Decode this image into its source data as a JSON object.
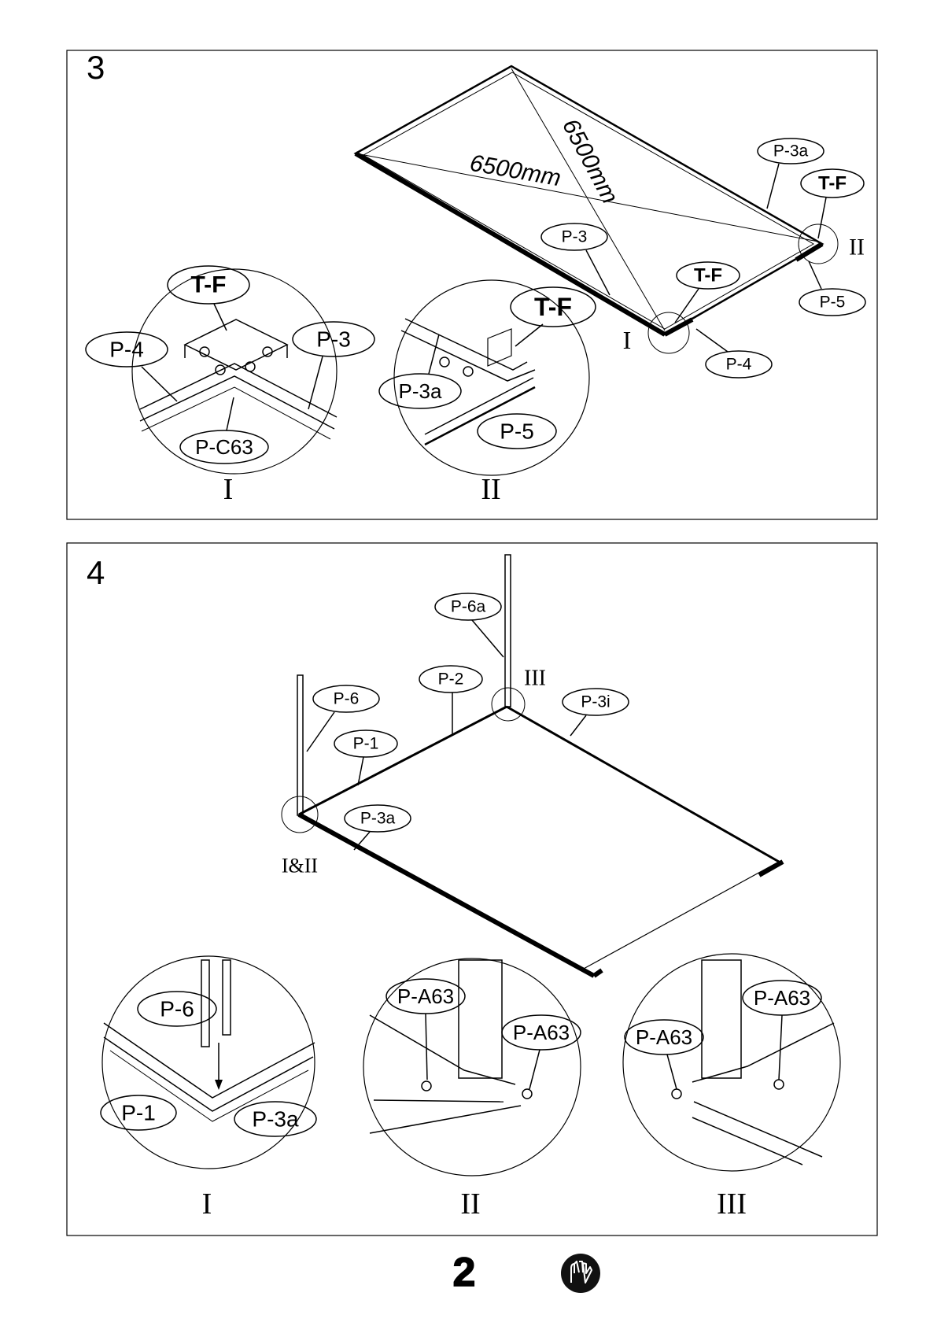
{
  "step3": {
    "number": "3",
    "dim_a": "6500mm",
    "dim_b": "6500mm",
    "labels": {
      "p3a": "P-3a",
      "tf_top": "T-F",
      "p3": "P-3",
      "tf_mid": "T-F",
      "p5": "P-5",
      "p4": "P-4",
      "c1_tf": "T-F",
      "c1_p4": "P-4",
      "c1_p3": "P-3",
      "c1_pc63": "P-C63",
      "c2_tf": "T-F",
      "c2_p3a": "P-3a",
      "c2_p5": "P-5"
    },
    "roman": {
      "main_I": "I",
      "main_II": "II",
      "detail_I": "I",
      "detail_II": "II"
    }
  },
  "step4": {
    "number": "4",
    "labels": {
      "p6a": "P-6a",
      "p2": "P-2",
      "p6": "P-6",
      "p3i": "P-3i",
      "p1": "P-1",
      "p3a": "P-3a",
      "d1_p6": "P-6",
      "d1_p1": "P-1",
      "d1_p3a": "P-3a",
      "d2_pa63_l": "P-A63",
      "d2_pa63_r": "P-A63",
      "d3_pa63_l": "P-A63",
      "d3_pa63_r": "P-A63"
    },
    "roman": {
      "main_III": "III",
      "main_I_II": "I&II",
      "detail_I": "I",
      "detail_II": "II",
      "detail_III": "III"
    }
  },
  "footer": {
    "page_number": "2",
    "icon": "gloves-icon"
  }
}
